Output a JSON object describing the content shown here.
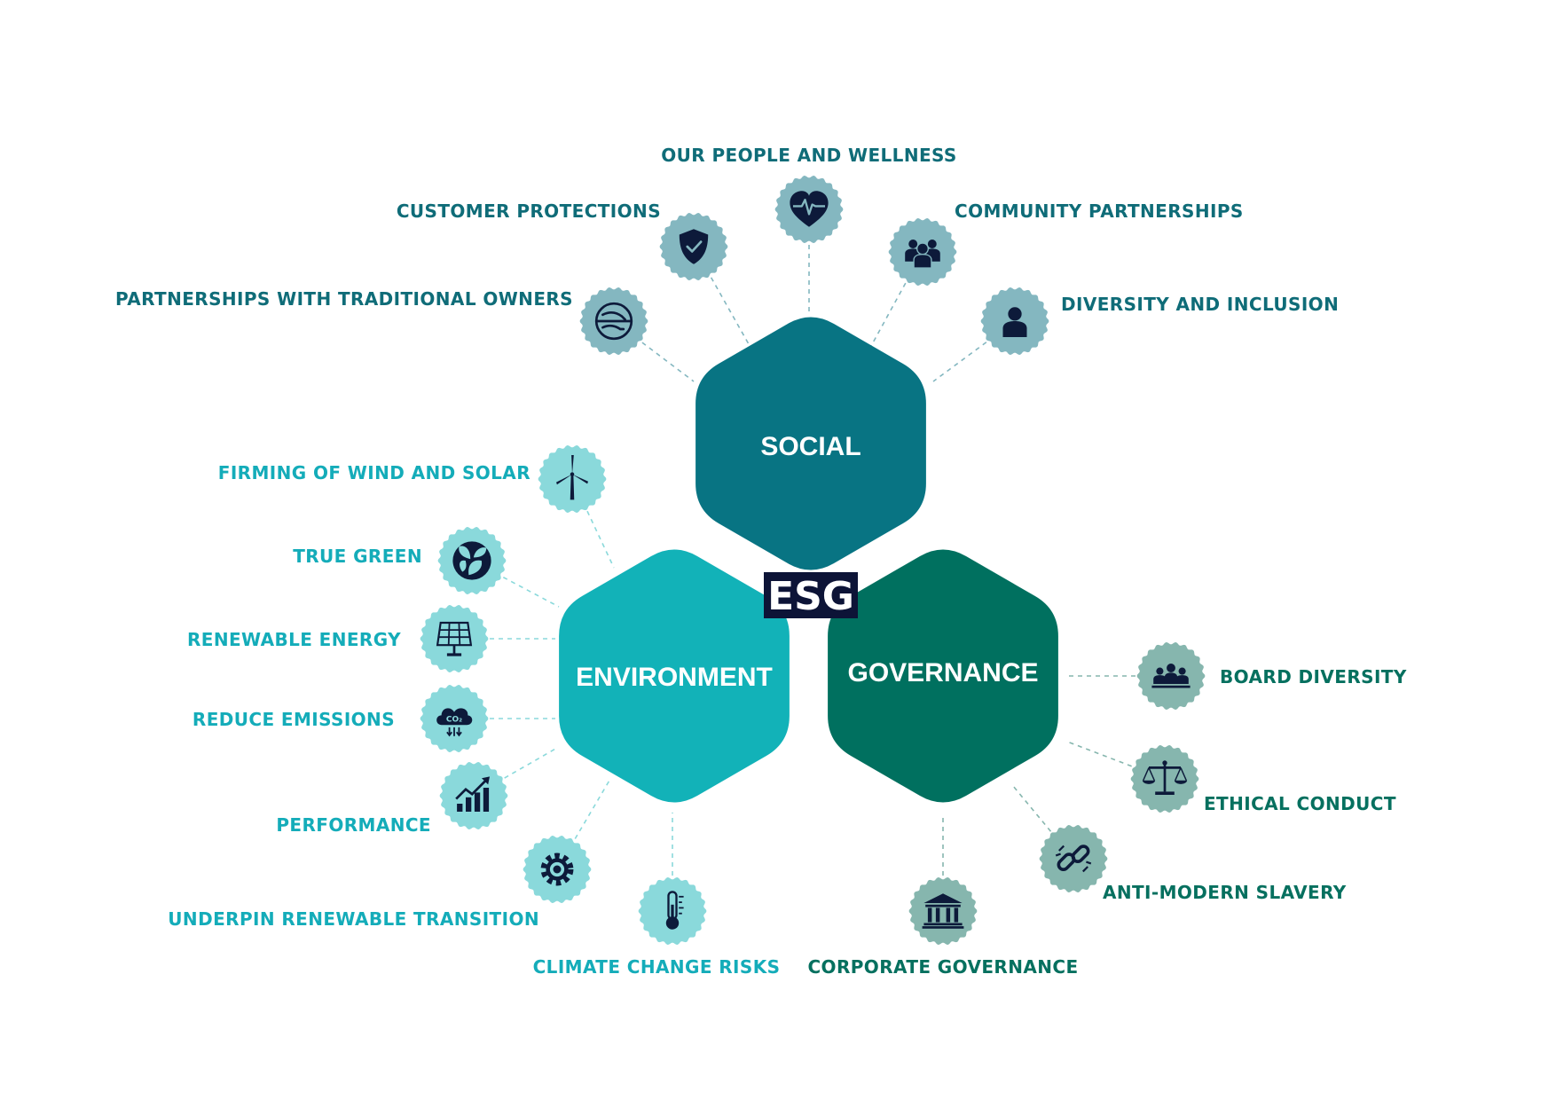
{
  "center_badge": "ESG",
  "colors": {
    "social_hex": "#087483",
    "environment_hex": "#12b2b8",
    "governance_hex": "#00705f",
    "social_text": "#0f6c78",
    "environment_text": "#14acb9",
    "governance_text": "#06705f",
    "social_circle": "#84b7c0",
    "environment_circle": "#8ad9db",
    "governance_circle": "#86b6ae",
    "icon_dark": "#0d1a3a",
    "badge_bg": "#0d1437"
  },
  "pillars": {
    "social": {
      "label": "SOCIAL",
      "items": [
        {
          "label": "OUR PEOPLE AND WELLNESS",
          "icon": "heart-pulse-icon"
        },
        {
          "label": "CUSTOMER PROTECTIONS",
          "icon": "shield-check-icon"
        },
        {
          "label": "COMMUNITY PARTNERSHIPS",
          "icon": "group-icon"
        },
        {
          "label": "PARTNERSHIPS WITH TRADITIONAL OWNERS",
          "icon": "handshake-icon"
        },
        {
          "label": "DIVERSITY AND INCLUSION",
          "icon": "person-icon"
        }
      ]
    },
    "environment": {
      "label": "ENVIRONMENT",
      "items": [
        {
          "label": "FIRMING OF WIND AND SOLAR",
          "icon": "wind-turbine-icon"
        },
        {
          "label": "TRUE GREEN",
          "icon": "leaves-icon"
        },
        {
          "label": "RENEWABLE ENERGY",
          "icon": "solar-panel-icon"
        },
        {
          "label": "REDUCE EMISSIONS",
          "icon": "co2-cloud-icon"
        },
        {
          "label": "PERFORMANCE",
          "icon": "growth-chart-icon"
        },
        {
          "label": "UNDERPIN RENEWABLE TRANSITION",
          "icon": "gear-icon"
        },
        {
          "label": "CLIMATE CHANGE RISKS",
          "icon": "thermometer-icon"
        }
      ]
    },
    "governance": {
      "label": "GOVERNANCE",
      "items": [
        {
          "label": "BOARD DIVERSITY",
          "icon": "board-icon"
        },
        {
          "label": "ETHICAL CONDUCT",
          "icon": "scales-icon"
        },
        {
          "label": "ANTI-MODERN SLAVERY",
          "icon": "broken-chain-icon"
        },
        {
          "label": "CORPORATE GOVERNANCE",
          "icon": "government-building-icon"
        }
      ]
    }
  }
}
